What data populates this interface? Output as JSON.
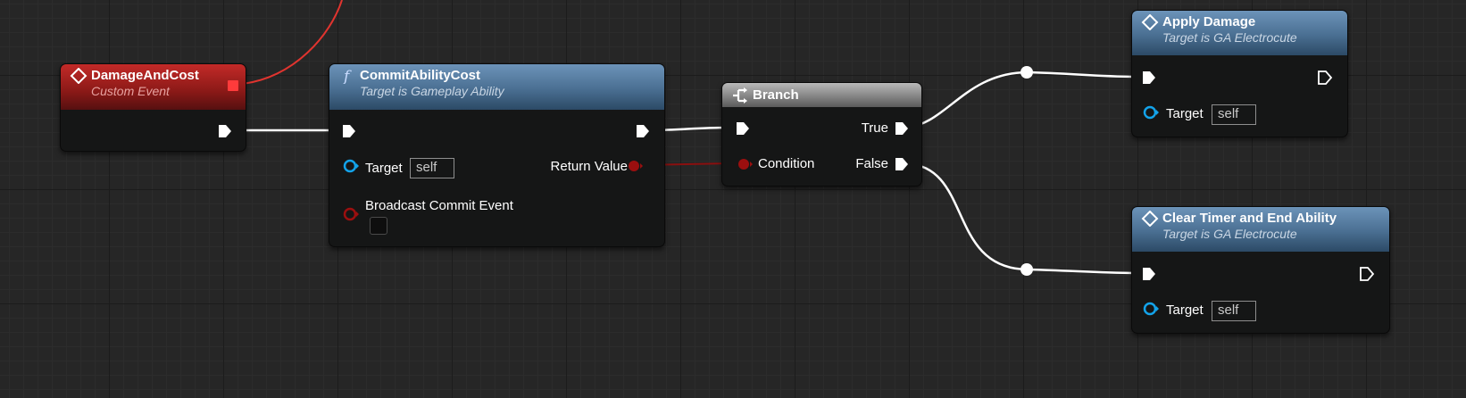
{
  "colors": {
    "exec_wire": "#ffffff",
    "bool_wire": "#9b0f0f",
    "delegate_wire": "#e0342f",
    "object_pin": "#13a3ea",
    "bool_pin": "#9b0f0f",
    "event_header": "#8a1917",
    "function_header": "#4a6f92",
    "branch_header": "#858585"
  },
  "nodes": {
    "damage_and_cost": {
      "title": "DamageAndCost",
      "subtitle": "Custom Event",
      "icon": "event-icon",
      "delegate_pin": "delegate-pin-icon"
    },
    "commit_ability_cost": {
      "title": "CommitAbilityCost",
      "subtitle": "Target is Gameplay Ability",
      "icon": "function-icon",
      "target_label": "Target",
      "target_value": "self",
      "return_label": "Return Value",
      "broadcast_label": "Broadcast Commit Event"
    },
    "branch": {
      "title": "Branch",
      "icon": "branch-icon",
      "true_label": "True",
      "false_label": "False",
      "condition_label": "Condition"
    },
    "apply_damage": {
      "title": "Apply Damage",
      "subtitle": "Target is GA Electrocute",
      "icon": "function-call-icon",
      "target_label": "Target",
      "target_value": "self"
    },
    "clear_timer": {
      "title": "Clear Timer and End Ability",
      "subtitle": "Target is GA Electrocute",
      "icon": "function-call-icon",
      "target_label": "Target",
      "target_value": "self"
    }
  }
}
